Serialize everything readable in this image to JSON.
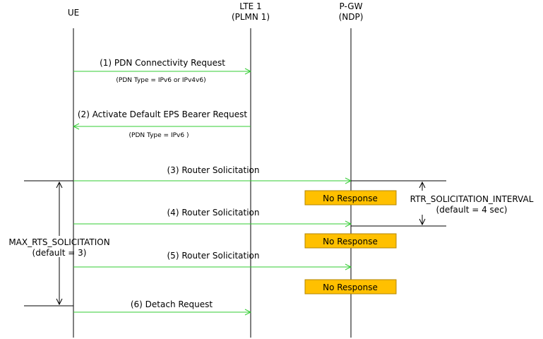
{
  "colors": {
    "message_arrow": "#33cc33",
    "no_response_box": "#ffc000"
  },
  "entities": {
    "ue": {
      "line1": "UE"
    },
    "lte": {
      "line1": "LTE 1",
      "line2": "(PLMN 1)"
    },
    "pgw": {
      "line1": "P-GW",
      "line2": "(NDP)"
    }
  },
  "messages": {
    "m1": {
      "label": "(1) PDN Connectivity Request",
      "note": "(PDN Type = IPv6 or IPv4v6)"
    },
    "m2": {
      "label": "(2) Activate Default EPS Bearer Request",
      "note": "(PDN Type = IPv6 )"
    },
    "m3": {
      "label": "(3) Router Solicitation"
    },
    "m4": {
      "label": "(4) Router Solicitation"
    },
    "m5": {
      "label": "(5) Router Solicitation"
    },
    "m6": {
      "label": "(6) Detach Request"
    }
  },
  "no_response": {
    "label": "No Response"
  },
  "timers": {
    "interval": {
      "name": "RTR_SOLICITATION_INTERVAL",
      "default": "(default = 4 sec)"
    },
    "max": {
      "name": "MAX_RTS_SOLICITATION",
      "default": "(default = 3)"
    }
  }
}
